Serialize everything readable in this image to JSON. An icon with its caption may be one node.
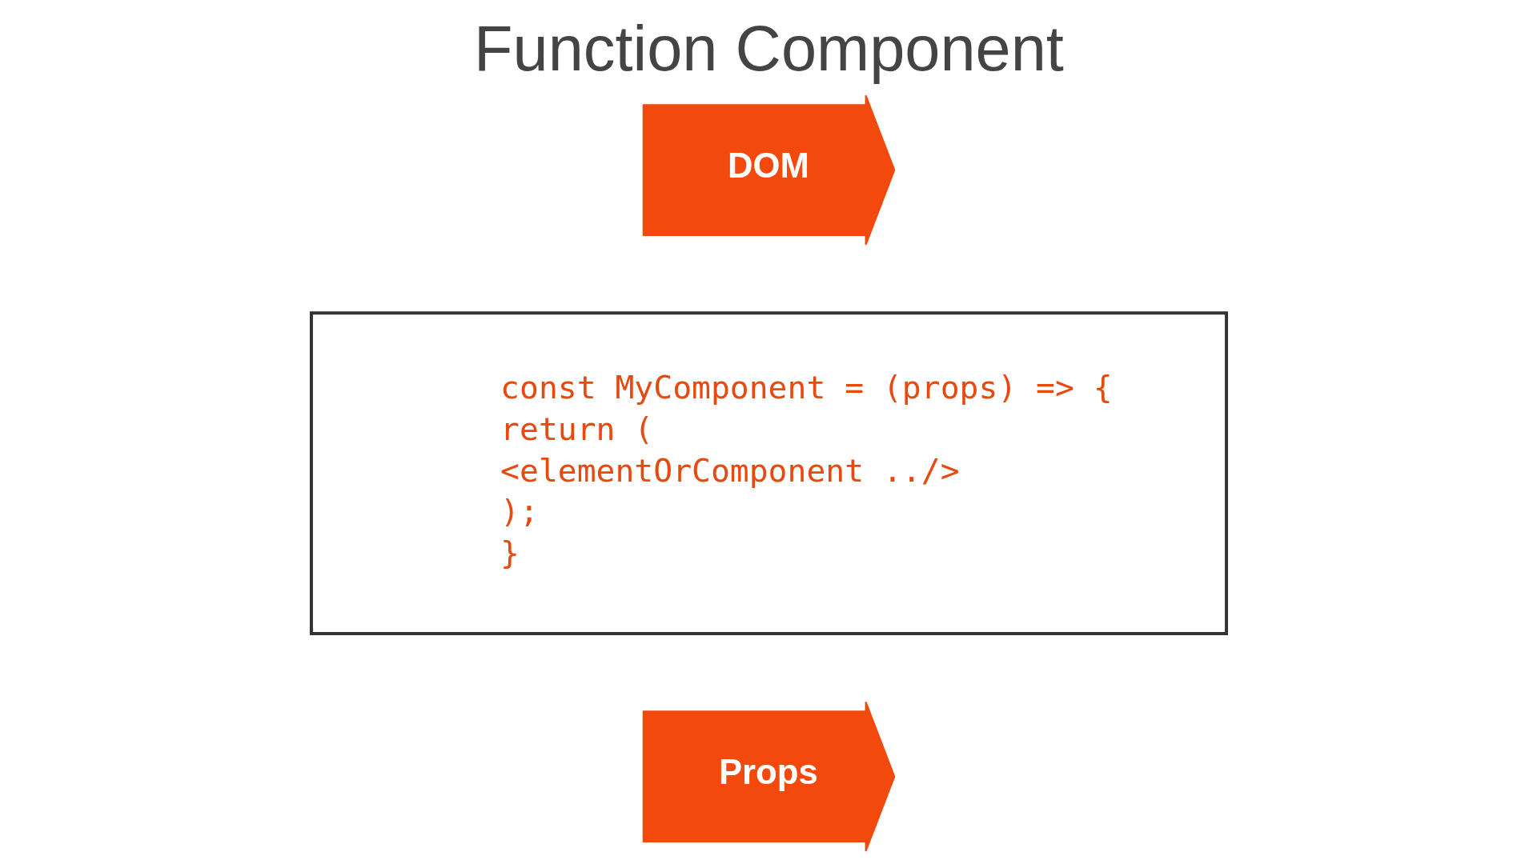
{
  "diagram": {
    "title": "Function Component",
    "nodes": [
      {
        "text": [
          "Props"
        ]
      },
      {
        "text": [
          "const MyComponent = (props) => {",
          "return (",
          "<elementOrComponent ../>",
          ");",
          "}"
        ]
      },
      {
        "text": [
          "DOM"
        ]
      }
    ]
  }
}
